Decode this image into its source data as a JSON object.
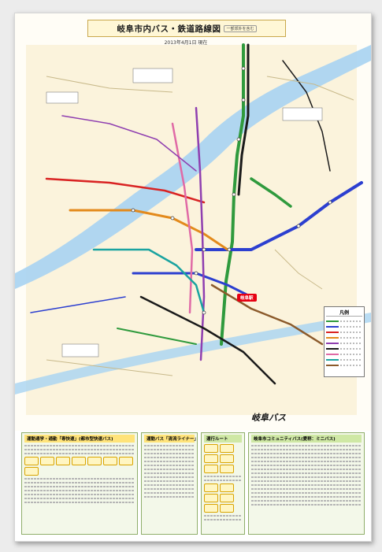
{
  "map": {
    "title": "岐阜市内バス・鉄道路線図",
    "subtitle": "一部郊外を含む",
    "date": "2013年4月1日 現在",
    "central_station": "岐阜駅",
    "logo": "岐阜バス",
    "legend_title": "凡例"
  },
  "panels": {
    "rapid": {
      "heading": "運動通学・通勤「専快速」(都市型快速バス)"
    },
    "rapid_liner": {
      "heading": "運動バス「清流ライナー」"
    },
    "mid": {
      "heading": "運行ルート"
    },
    "community": {
      "heading": "岐阜市コミュニティバス(愛称：ミニバス)"
    }
  },
  "colors": {
    "river": "#a7d3f2",
    "line_black": "#1a1a1a",
    "line_green": "#2f9a3d",
    "line_blue": "#2c3fd0",
    "line_red": "#d92323",
    "line_orange": "#e38a1c",
    "line_purple": "#8f3fb0",
    "line_pink": "#e06aa6",
    "line_teal": "#1aa3a0",
    "line_brown": "#8b5a2b"
  }
}
